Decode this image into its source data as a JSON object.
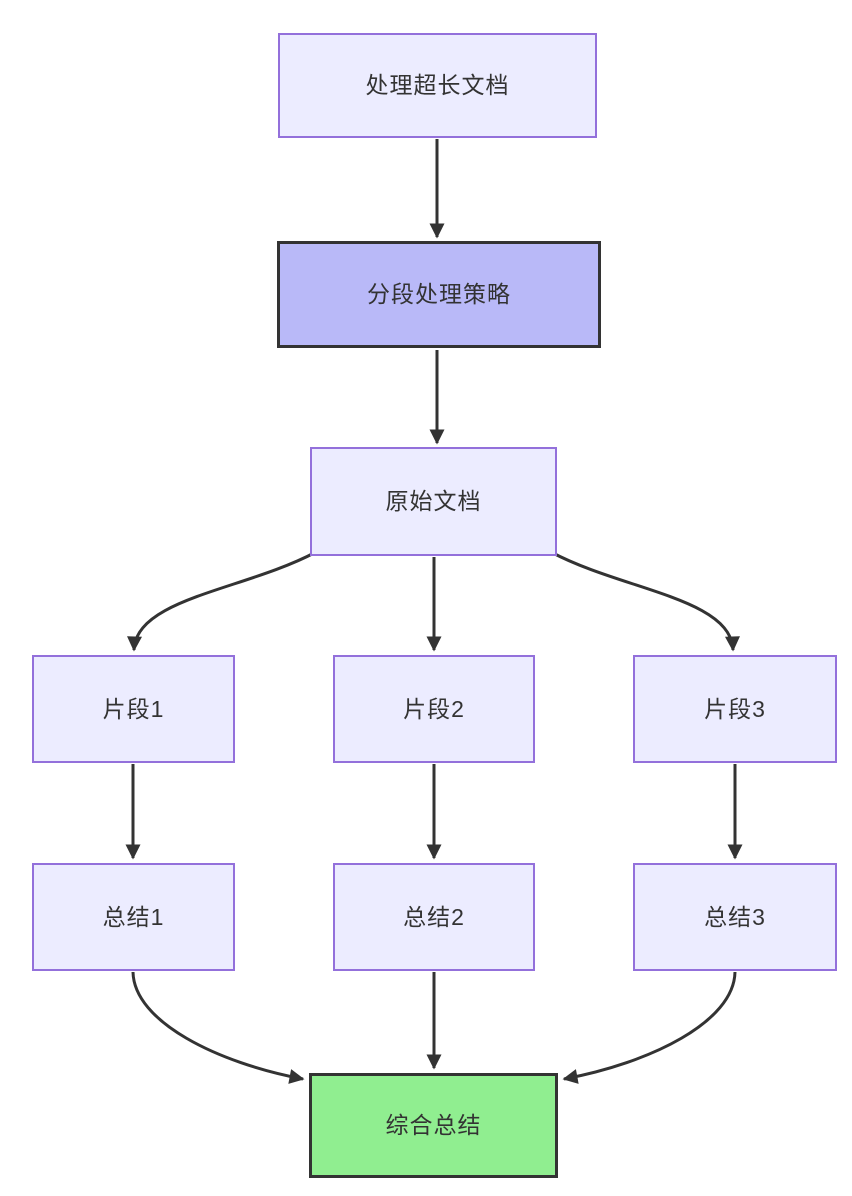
{
  "diagram": {
    "type": "flowchart",
    "direction": "top-down",
    "nodes": [
      {
        "id": "A",
        "label": "处理超长文档",
        "style": "default"
      },
      {
        "id": "B",
        "label": "分段处理策略",
        "style": "purple-highlight"
      },
      {
        "id": "C",
        "label": "原始文档",
        "style": "default"
      },
      {
        "id": "D1",
        "label": "片段1",
        "style": "default"
      },
      {
        "id": "D2",
        "label": "片段2",
        "style": "default"
      },
      {
        "id": "D3",
        "label": "片段3",
        "style": "default"
      },
      {
        "id": "S1",
        "label": "总结1",
        "style": "default"
      },
      {
        "id": "S2",
        "label": "总结2",
        "style": "default"
      },
      {
        "id": "S3",
        "label": "总结3",
        "style": "default"
      },
      {
        "id": "F",
        "label": "综合总结",
        "style": "green-highlight"
      }
    ],
    "edges": [
      {
        "from": "A",
        "to": "B"
      },
      {
        "from": "B",
        "to": "C"
      },
      {
        "from": "C",
        "to": "D1"
      },
      {
        "from": "C",
        "to": "D2"
      },
      {
        "from": "C",
        "to": "D3"
      },
      {
        "from": "D1",
        "to": "S1"
      },
      {
        "from": "D2",
        "to": "S2"
      },
      {
        "from": "D3",
        "to": "S3"
      },
      {
        "from": "S1",
        "to": "F"
      },
      {
        "from": "S2",
        "to": "F"
      },
      {
        "from": "S3",
        "to": "F"
      }
    ],
    "colors": {
      "node_fill": "#ECECFF",
      "node_border": "#9370DB",
      "strategy_fill": "#B9B9F8",
      "final_fill": "#90EE90",
      "highlight_border": "#333333",
      "edge_color": "#333333",
      "text_color": "#333333",
      "background": "#FFFFFF"
    }
  }
}
